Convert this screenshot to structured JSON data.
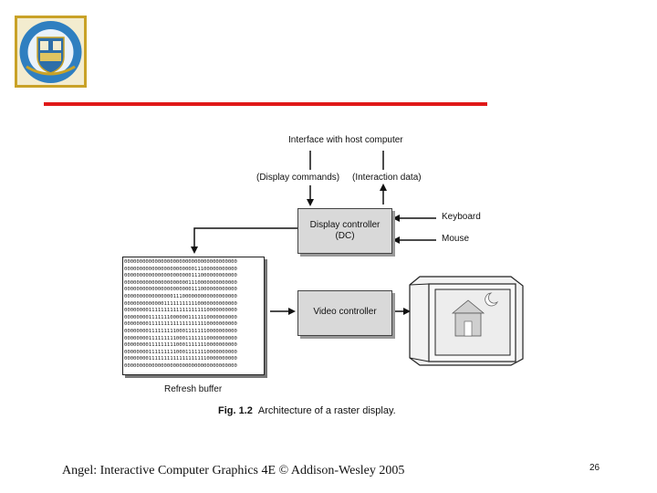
{
  "diagram": {
    "interface_label": "Interface with host computer",
    "display_commands_label": "(Display commands)",
    "interaction_data_label": "(Interaction data)",
    "display_controller_line1": "Display controller",
    "display_controller_line2": "(DC)",
    "keyboard_label": "Keyboard",
    "mouse_label": "Mouse",
    "video_controller_label": "Video controller",
    "refresh_buffer_label": "Refresh buffer",
    "refresh_buffer_rows": [
      "0000000000000000000000000000000000000",
      "0000000000000000000000011100000000000",
      "0000000000000000000000111000000000000",
      "0000000000000000000001110000000000000",
      "0000000000000000000000111000000000000",
      "0000000000000000111000000000000000000",
      "0000000000000111111111110000000000000",
      "0000000011111111111111111110000000000",
      "0000000011111110000001111110000000000",
      "0000000011111111111111111110000000000",
      "0000000011111111100011111110000000000",
      "0000000011111111100011111110000000000",
      "0000000011111111100011111110000000000",
      "0000000011111111100011111110000000000",
      "0000000011111111111111111110000000000",
      "0000000000000000000000000000000000000"
    ]
  },
  "caption": {
    "fig_label": "Fig. 1.2",
    "text": "Architecture of a raster display."
  },
  "footer": {
    "text": "Angel: Interactive Computer Graphics 4E © Addison-Wesley 2005",
    "page_number": "26"
  },
  "colors": {
    "rule": "#e01818",
    "box_fill": "#d9d9d9",
    "logo_blue": "#2f7fc0",
    "logo_gold": "#c9a227"
  }
}
